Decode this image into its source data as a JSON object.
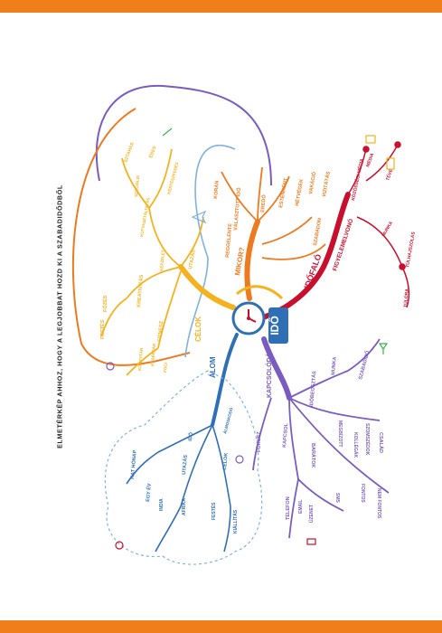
{
  "side_title": "ELMETÉRKÉP AHHOZ, HOGY A LEGJOBBAT HOZD KI A SZABADIDŐDBŐL",
  "center": {
    "label": "IDŐ"
  },
  "colors": {
    "bar": "#f07f1b",
    "orange": "#ee7a1f",
    "yellow": "#f5b21f",
    "red": "#c8102e",
    "purple": "#7a5cc0",
    "blue": "#2f6fb5",
    "lightblue": "#7fb2e0"
  },
  "branches": [
    {
      "id": "idofalo",
      "name": "IDŐFALÓ",
      "color": "#c8102e",
      "labels": [
        "FIGYELEMELVONÓ",
        "KÖZÖSSÉGI MÉDIA",
        "MÉDIA",
        "TÉVÉ",
        "MUNKA",
        "TÚLHAJSZOLÁS",
        "TÚLÓRA"
      ]
    },
    {
      "id": "mikor",
      "name": "MIKOR?",
      "color": "#ee7a1f",
      "labels": [
        "VÁLASZTOTT IDŐ",
        "KORÁN",
        "REGGELENTE",
        "EREDŐ",
        "ESTÉNKÉNT",
        "HÉTVÉGEK",
        "VAKÁCIÓ",
        "VIZITÁTÁS",
        "SZABADON"
      ]
    },
    {
      "id": "celok",
      "name": "CÉLOK",
      "color": "#f5b21f",
      "labels": [
        "FITNESZ",
        "KREATIVITÁS",
        "FESTÉS",
        "FŐZÉS",
        "UTAZÁS",
        "KÉPZELET",
        "SZTAHÁS",
        "KERTÉSZKEDÉS",
        "KUTYASÉTÁLTATÁS",
        "SZOCIÁLIS",
        "ÉDES",
        "KÖNYVTÁR",
        "KERÉKPÁR",
        "FOCI"
      ]
    },
    {
      "id": "kapcsolodas",
      "name": "KAPCSOLÓDÁS",
      "color": "#7a5cc0",
      "labels": [
        "IDŐBEOSZTÁS",
        "MUNKA",
        "SZABADIDŐ",
        "CSALÁD",
        "SZOMSZÉDOK",
        "MEGBÍZOTT",
        "KOLLÉGÁK",
        "FÓKUSZ",
        "KAPCSOL",
        "BARÁTOK",
        "TELEFON",
        "EMAIL",
        "ÜZENET",
        "SMS",
        "FONTOS",
        "NEM FONTOS"
      ]
    },
    {
      "id": "alom",
      "name": "ÁLOM",
      "color": "#2f6fb5",
      "labels": [
        "ÁLMOSKODÓ",
        "IDŐ",
        "HAT HÓNAP",
        "EGY ÉV",
        "UTAZÁS",
        "INDIA",
        "AFRIKA",
        "CÉLOK",
        "FESTÉS",
        "KIÁLLÍTÁS"
      ]
    }
  ]
}
